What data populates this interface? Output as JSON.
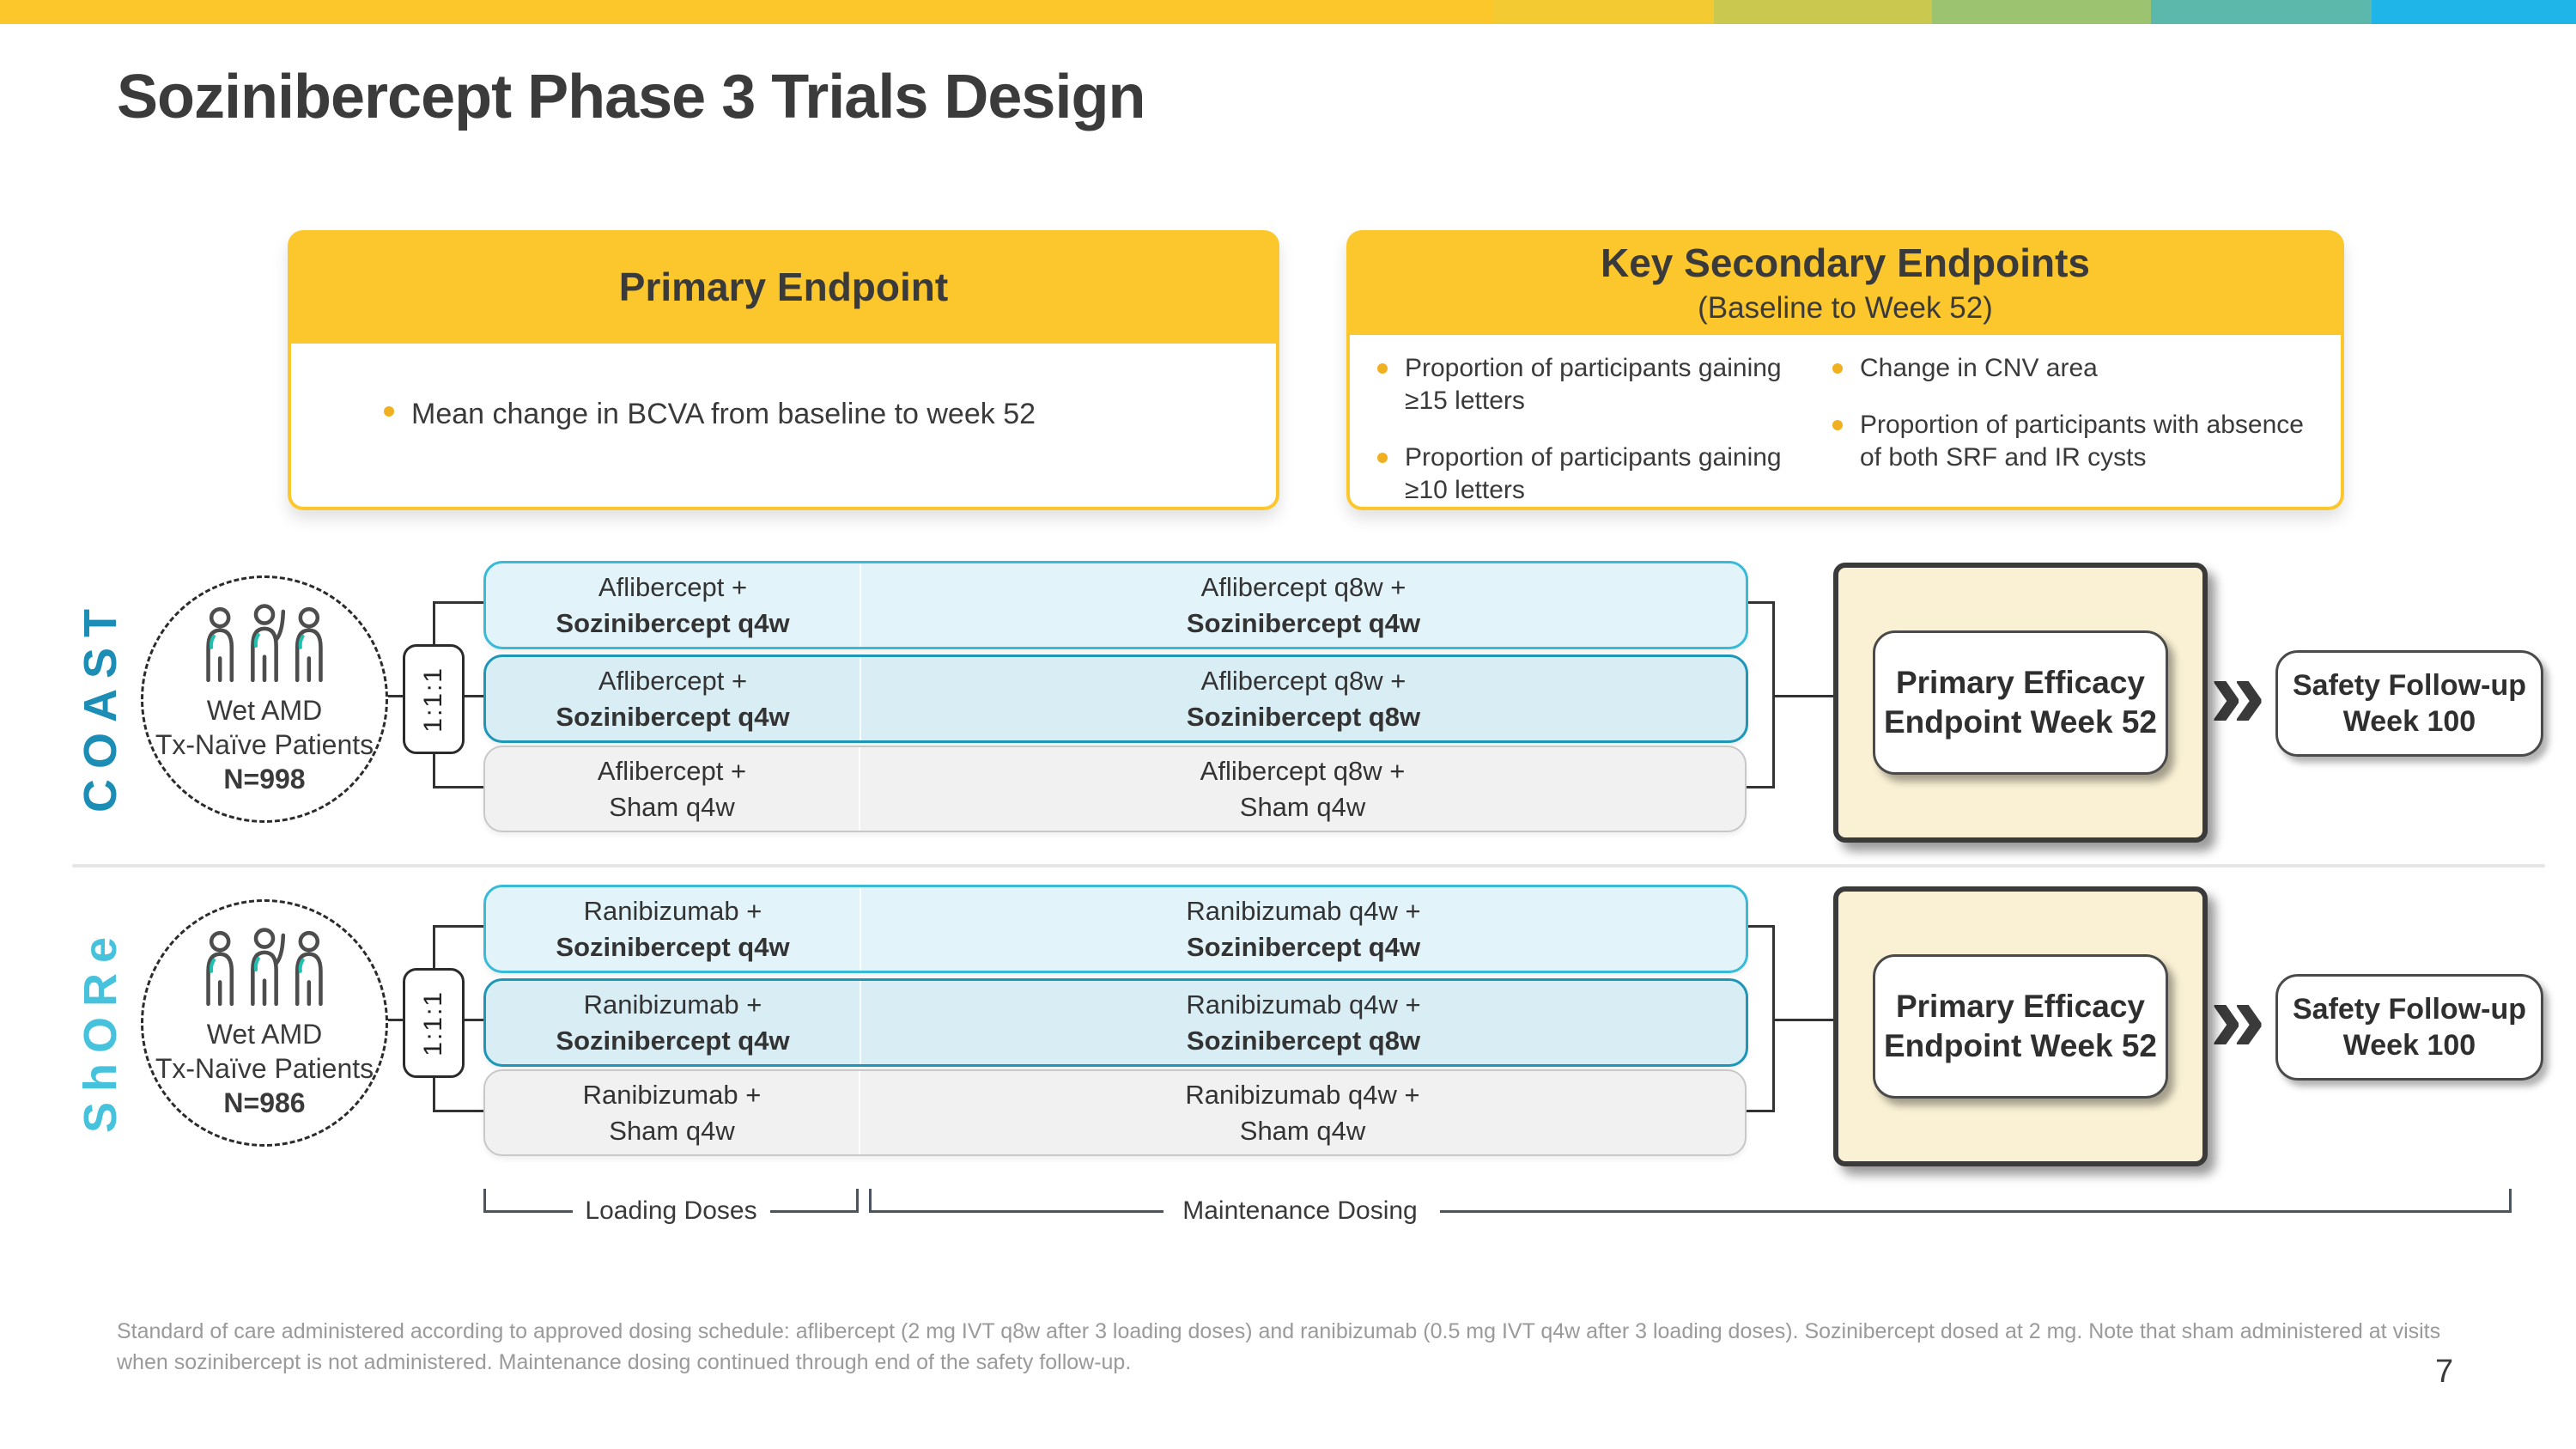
{
  "slide": {
    "title": "Sozinibercept Phase 3 Trials Design",
    "page_number": "7",
    "footnote_lines": [
      "Standard of care administered according to approved dosing schedule: aflibercept (2 mg IVT q8w after 3 loading doses) and ranibizumab (0.5 mg IVT q4w after 3 loading doses). Sozinibercept dosed at 2 mg. Note that sham administered at visits",
      "when sozinibercept is not administered. Maintenance dosing continued through end of the safety follow-up."
    ]
  },
  "topbar": {
    "segment_colors": [
      "#FCC72B",
      "#F3CA32",
      "#CBC84F",
      "#9CC36F",
      "#5DB8AC",
      "#1FB5E9"
    ]
  },
  "primary_endpoint": {
    "title": "Primary Endpoint",
    "bullets": [
      "Mean change in BCVA from baseline to week 52"
    ]
  },
  "key_secondary_endpoints": {
    "title": "Key Secondary Endpoints",
    "subtitle": "(Baseline to Week 52)",
    "column1": [
      "Proportion of participants gaining ≥15 letters",
      "Proportion of participants gaining ≥10 letters"
    ],
    "column2": [
      "Change in CNV area",
      "Proportion of participants with absence of both SRF and IR cysts"
    ]
  },
  "trials": [
    {
      "name": "COAST",
      "label_color": "#1C8DB4",
      "population": {
        "line1": "Wet AMD",
        "line2": "Tx-Naïve Patients",
        "n": "N=998"
      },
      "randomization": "1:1:1",
      "arms": [
        {
          "loading": [
            "Aflibercept +",
            "Sozinibercept q4w"
          ],
          "maintenance": [
            "Aflibercept q8w +",
            "Sozinibercept q4w"
          ]
        },
        {
          "loading": [
            "Aflibercept +",
            "Sozinibercept q4w"
          ],
          "maintenance": [
            "Aflibercept q8w +",
            "Sozinibercept q8w"
          ]
        },
        {
          "loading": [
            "Aflibercept +",
            "Sham q4w"
          ],
          "maintenance": [
            "Aflibercept q8w +",
            "Sham q4w"
          ]
        }
      ],
      "outcome": "Primary Efficacy Endpoint Week 52",
      "followup": "Safety Follow-up Week 100"
    },
    {
      "name": "ShORe",
      "label_color": "#47C2DC",
      "population": {
        "line1": "Wet AMD",
        "line2": "Tx-Naïve Patients",
        "n": "N=986"
      },
      "randomization": "1:1:1",
      "arms": [
        {
          "loading": [
            "Ranibizumab +",
            "Sozinibercept q4w"
          ],
          "maintenance": [
            "Ranibizumab q4w +",
            "Sozinibercept q4w"
          ]
        },
        {
          "loading": [
            "Ranibizumab +",
            "Sozinibercept q4w"
          ],
          "maintenance": [
            "Ranibizumab q4w +",
            "Sozinibercept q8w"
          ]
        },
        {
          "loading": [
            "Ranibizumab +",
            "Sham q4w"
          ],
          "maintenance": [
            "Ranibizumab q4w +",
            "Sham q4w"
          ]
        }
      ],
      "outcome": "Primary Efficacy Endpoint Week 52",
      "followup": "Safety Follow-up Week 100"
    }
  ],
  "dosing_phases": {
    "loading": "Loading Doses",
    "maintenance": "Maintenance Dosing"
  },
  "glyphs": {
    "chevron": "»"
  },
  "icons": {
    "population": "three-people-icon",
    "progression": "double-chevron-icon"
  },
  "colors": {
    "accent_yellow": "#FCC72D",
    "bullet_yellow": "#F0B01F",
    "coast_teal": "#1C8DB4",
    "shore_teal": "#47C2DC",
    "arm_light_bg": "#E2F4FA",
    "arm_light_border": "#39BAD8",
    "arm_mid_bg": "#D9EDF4",
    "arm_mid_border": "#1D96B8",
    "arm_gray_bg": "#F1F1F1",
    "outcome_cream": "#FAF1D4",
    "icon_accent_teal": "#1FC0AE",
    "text_dark": "#3A3A3A"
  }
}
